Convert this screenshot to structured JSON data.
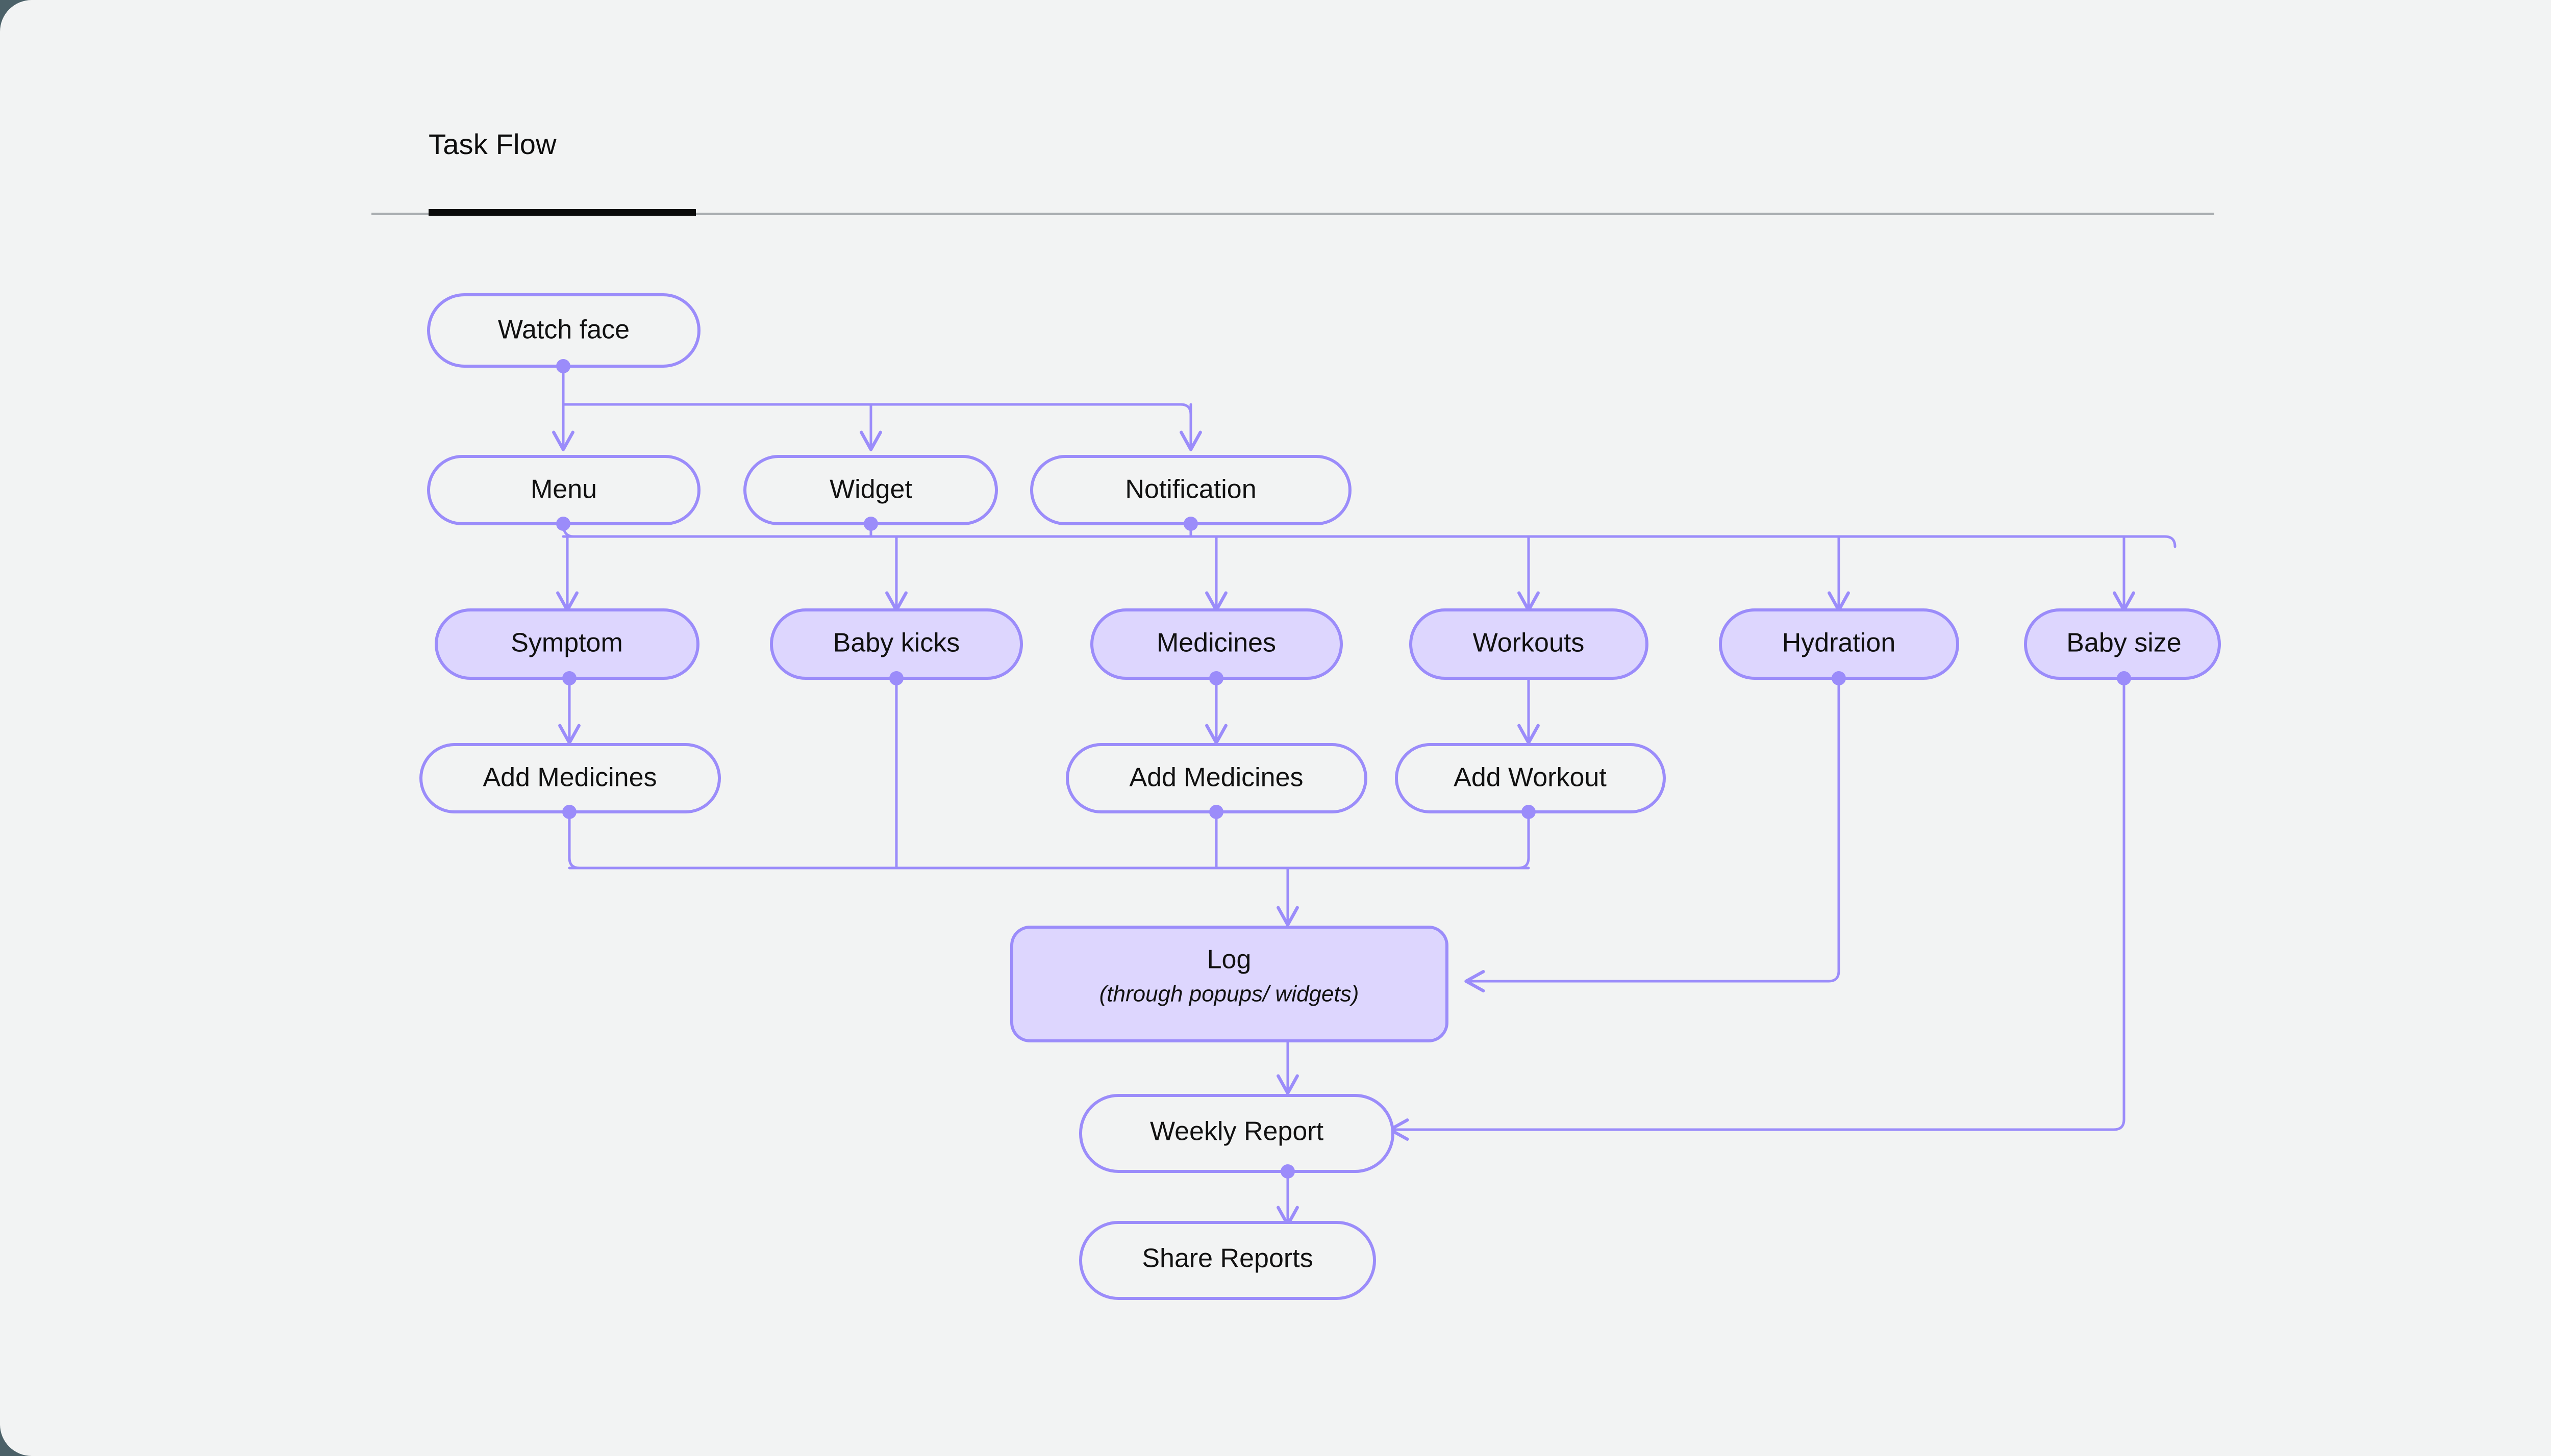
{
  "canvas": {
    "background_color": "#f2f3f3",
    "outer_background_color": "#4c6168",
    "accent_color": "#9b8cfa",
    "node_fill_color": "#ddd6fe",
    "text_color": "#111111"
  },
  "tabs": {
    "items": [
      {
        "label": "Task Flow",
        "active": true
      }
    ],
    "active_label": "Task Flow"
  },
  "diagram": {
    "title": "Task Flow",
    "type": "flowchart",
    "nodes": [
      {
        "id": "watch-face",
        "label": "Watch face",
        "style": "outline",
        "row": 1
      },
      {
        "id": "menu",
        "label": "Menu",
        "style": "outline",
        "row": 2
      },
      {
        "id": "widget",
        "label": "Widget",
        "style": "outline",
        "row": 2
      },
      {
        "id": "notification",
        "label": "Notification",
        "style": "outline",
        "row": 2
      },
      {
        "id": "symptom",
        "label": "Symptom",
        "style": "filled",
        "row": 3
      },
      {
        "id": "baby-kicks",
        "label": "Baby kicks",
        "style": "filled",
        "row": 3
      },
      {
        "id": "medicines",
        "label": "Medicines",
        "style": "filled",
        "row": 3
      },
      {
        "id": "workouts",
        "label": "Workouts",
        "style": "filled",
        "row": 3
      },
      {
        "id": "hydration",
        "label": "Hydration",
        "style": "filled",
        "row": 3
      },
      {
        "id": "baby-size",
        "label": "Baby size",
        "style": "filled",
        "row": 3
      },
      {
        "id": "add-medicines-1",
        "label": "Add Medicines",
        "style": "outline",
        "row": 4
      },
      {
        "id": "add-medicines-2",
        "label": "Add Medicines",
        "style": "outline",
        "row": 4
      },
      {
        "id": "add-workout",
        "label": "Add Workout",
        "style": "outline",
        "row": 4
      },
      {
        "id": "log",
        "label": "Log",
        "sublabel": "(through popups/ widgets)",
        "style": "filled",
        "row": 5
      },
      {
        "id": "weekly-report",
        "label": "Weekly Report",
        "style": "outline",
        "row": 6
      },
      {
        "id": "share-reports",
        "label": "Share Reports",
        "style": "outline",
        "row": 7
      }
    ],
    "edges": [
      {
        "from": "watch-face",
        "to": "menu"
      },
      {
        "from": "watch-face",
        "to": "widget"
      },
      {
        "from": "watch-face",
        "to": "notification"
      },
      {
        "from": "menu",
        "to": "symptom"
      },
      {
        "from": "menu",
        "to": "baby-kicks"
      },
      {
        "from": "menu",
        "to": "medicines"
      },
      {
        "from": "widget",
        "to": "workouts"
      },
      {
        "from": "notification",
        "to": "hydration"
      },
      {
        "from": "notification",
        "to": "baby-size"
      },
      {
        "from": "symptom",
        "to": "add-medicines-1"
      },
      {
        "from": "medicines",
        "to": "add-medicines-2"
      },
      {
        "from": "workouts",
        "to": "add-workout"
      },
      {
        "from": "add-medicines-1",
        "to": "log"
      },
      {
        "from": "baby-kicks",
        "to": "log"
      },
      {
        "from": "add-medicines-2",
        "to": "log"
      },
      {
        "from": "add-workout",
        "to": "log"
      },
      {
        "from": "hydration",
        "to": "log"
      },
      {
        "from": "log",
        "to": "weekly-report"
      },
      {
        "from": "baby-size",
        "to": "weekly-report"
      },
      {
        "from": "weekly-report",
        "to": "share-reports"
      }
    ]
  }
}
